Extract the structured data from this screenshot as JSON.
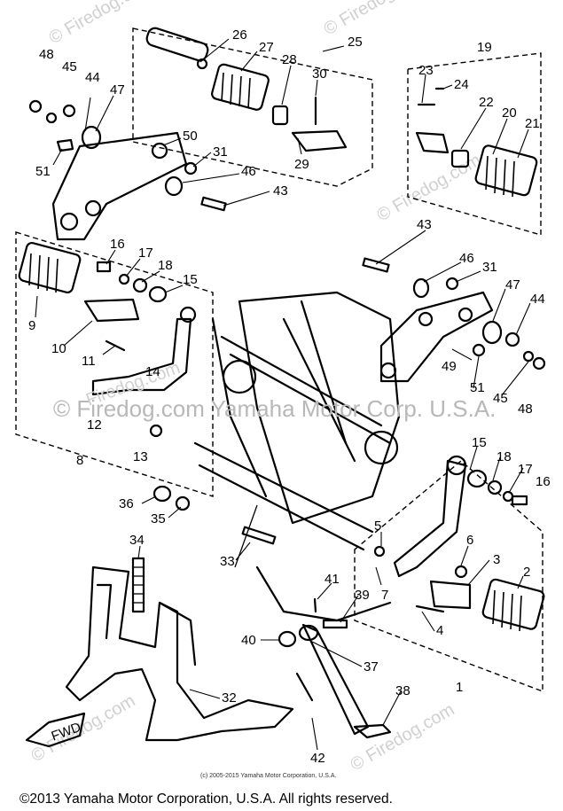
{
  "callouts": [
    {
      "num": "26"
    },
    {
      "num": "27"
    },
    {
      "num": "28"
    },
    {
      "num": "25"
    },
    {
      "num": "30"
    },
    {
      "num": "29"
    },
    {
      "num": "48"
    },
    {
      "num": "45"
    },
    {
      "num": "44"
    },
    {
      "num": "47"
    },
    {
      "num": "50"
    },
    {
      "num": "31"
    },
    {
      "num": "46"
    },
    {
      "num": "43"
    },
    {
      "num": "51"
    },
    {
      "num": "19"
    },
    {
      "num": "23"
    },
    {
      "num": "24"
    },
    {
      "num": "22"
    },
    {
      "num": "20"
    },
    {
      "num": "21"
    },
    {
      "num": "16"
    },
    {
      "num": "17"
    },
    {
      "num": "18"
    },
    {
      "num": "15"
    },
    {
      "num": "9"
    },
    {
      "num": "10"
    },
    {
      "num": "11"
    },
    {
      "num": "14"
    },
    {
      "num": "12"
    },
    {
      "num": "13"
    },
    {
      "num": "8"
    },
    {
      "num": "43"
    },
    {
      "num": "46"
    },
    {
      "num": "31"
    },
    {
      "num": "47"
    },
    {
      "num": "44"
    },
    {
      "num": "49"
    },
    {
      "num": "51"
    },
    {
      "num": "45"
    },
    {
      "num": "48"
    },
    {
      "num": "15"
    },
    {
      "num": "18"
    },
    {
      "num": "17"
    },
    {
      "num": "16"
    },
    {
      "num": "36"
    },
    {
      "num": "35"
    },
    {
      "num": "34"
    },
    {
      "num": "33"
    },
    {
      "num": "5"
    },
    {
      "num": "6"
    },
    {
      "num": "3"
    },
    {
      "num": "2"
    },
    {
      "num": "7"
    },
    {
      "num": "4"
    },
    {
      "num": "41"
    },
    {
      "num": "39"
    },
    {
      "num": "40"
    },
    {
      "num": "37"
    },
    {
      "num": "38"
    },
    {
      "num": "42"
    },
    {
      "num": "32"
    },
    {
      "num": "1"
    }
  ],
  "watermarks": {
    "main": "© Firedog.com     Yamaha Motor Corp. U.S.A.",
    "tile": "© Firedog.com",
    "small": "Firedog.com"
  },
  "fwd_label": "FWD",
  "fine_print": "(c) 2005-2015 Yamaha Motor Corporation, U.S.A.",
  "footer_text": "©2013 Yamaha Motor Corporation, U.S.A. All rights reserved."
}
